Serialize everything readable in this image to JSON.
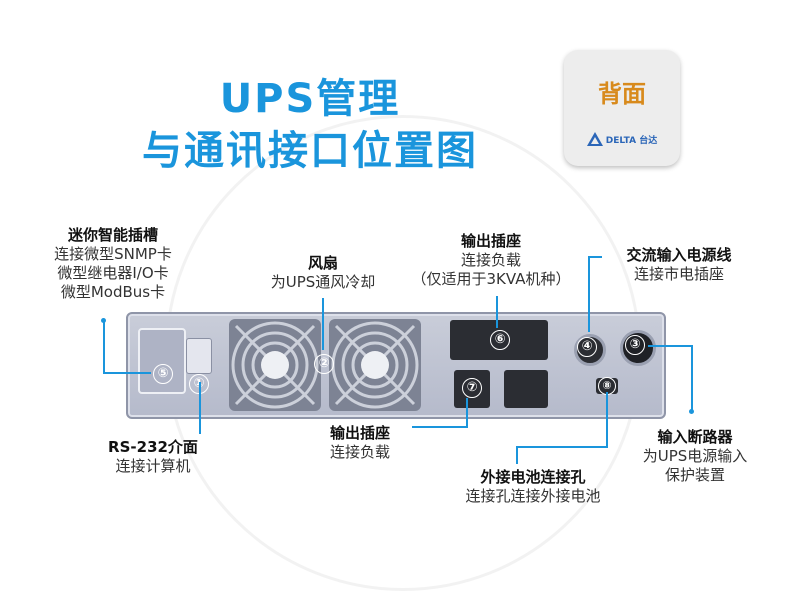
{
  "title": {
    "line1": "UPS管理",
    "line2": "与通讯接口位置图"
  },
  "badge": {
    "label": "背面",
    "logo_text": "DELTA 台达"
  },
  "callouts": {
    "mini_slot": {
      "heading": "迷你智能插槽",
      "lines": [
        "连接微型SNMP卡",
        "微型继电器I/O卡",
        "微型ModBus卡"
      ]
    },
    "fan": {
      "heading": "风扇",
      "lines": [
        "为UPS通风冷却"
      ]
    },
    "output_top": {
      "heading": "输出插座",
      "lines": [
        "连接负载",
        "（仅适用于3KVA机种）"
      ]
    },
    "ac_input": {
      "heading": "交流输入电源线",
      "lines": [
        "连接市电插座"
      ]
    },
    "rs232": {
      "heading": "RS-232介面",
      "lines": [
        "连接计算机"
      ]
    },
    "output_bottom": {
      "heading": "输出插座",
      "lines": [
        "连接负载"
      ]
    },
    "ext_battery": {
      "heading": "外接电池连接孔",
      "lines": [
        "连接孔连接外接电池"
      ]
    },
    "input_breaker": {
      "heading": "输入断路器",
      "lines": [
        "为UPS电源输入",
        "保护装置"
      ]
    }
  },
  "markers": [
    "①",
    "②",
    "③",
    "④",
    "⑤",
    "⑥",
    "⑦",
    "⑧"
  ],
  "colors": {
    "accent": "#1a95dc",
    "badge_text": "#d88a1c",
    "device": "#c3c7d4"
  }
}
